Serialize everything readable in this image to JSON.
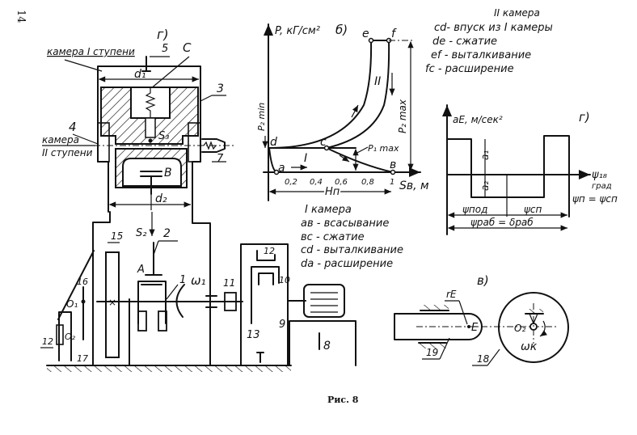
{
  "page": {
    "page_number": "14",
    "caption": "Рис. 8"
  },
  "compressor": {
    "panel_label": "г)",
    "chamber1_label": "камера I ступени",
    "chamber2_label_line1": "камера",
    "chamber2_label_line2": "II ступени",
    "d1": "d₁",
    "d2": "d₂",
    "s3": "S₃",
    "s2": "S₂",
    "point_c": "C",
    "point_b": "B",
    "point_a": "A",
    "omega1": "ω₁",
    "o1": "O₁",
    "o2": "O₂",
    "parts": [
      "1",
      "2",
      "3",
      "4",
      "5",
      "7",
      "8",
      "9",
      "10",
      "11",
      "12",
      "13",
      "15",
      "16",
      "17",
      "18",
      "19"
    ]
  },
  "pv_diagram": {
    "panel_label": "б)",
    "y_axis_label": "P, кГ/см²",
    "x_axis_label": "Sв, м",
    "x_ticks": [
      "0,2",
      "0,4",
      "0,6",
      "0,8",
      "1"
    ],
    "stroke_label": "Hп",
    "p2min_label": "P₂ min",
    "p2max_label": "P₂ max",
    "p1max_label": "P₁ max",
    "region1": "I",
    "region2": "II",
    "points": [
      "a",
      "в",
      "c",
      "d",
      "e",
      "f"
    ]
  },
  "chamber2_legend": {
    "title": "II камера",
    "lines": [
      "cd- впуск из I камеры",
      "de - сжатие",
      "ef - выталкивание",
      "fc - расширение"
    ]
  },
  "chamber1_legend": {
    "title": "I камера",
    "lines": [
      "aв - всасывание",
      "вc - сжатие",
      "cd - выталкивание",
      "da - расширение"
    ]
  },
  "accel_diagram": {
    "panel_label": "г)",
    "y_axis_label": "aЕ, м/сек²",
    "x_axis_label": "ψ₁₈",
    "x_unit": "град",
    "a1": "a₁",
    "a2": "a₂",
    "phi_pod": "ψпод",
    "phi_sp": "ψсп",
    "phi_rab": "ψраб = δраб",
    "relation": "ψп = ψсп"
  },
  "cam": {
    "panel_label": "в)",
    "point_e": "E",
    "r_e": "rЕ",
    "o2": "O₂",
    "omega_k": "ωк",
    "part_18": "18",
    "part_19": "19"
  }
}
